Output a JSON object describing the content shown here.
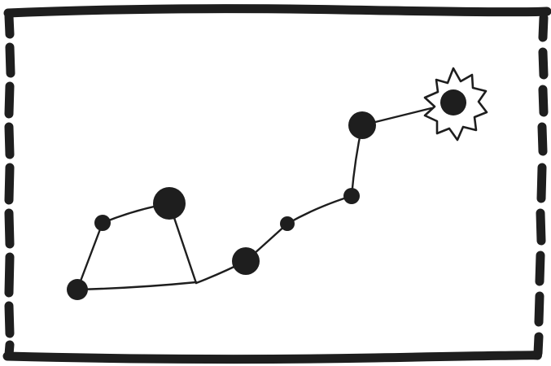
{
  "colors": {
    "ink": "#1e1e1e",
    "background": "#ffffff"
  },
  "illustration": {
    "subject": "constellation",
    "frame_style": "hand-drawn-dashed-border",
    "star_count": 8,
    "highlighted_star": "burst-star"
  }
}
